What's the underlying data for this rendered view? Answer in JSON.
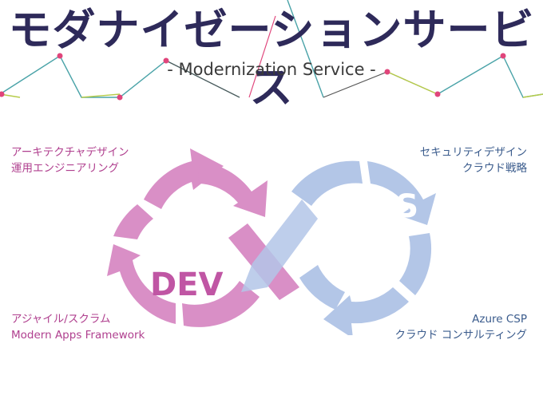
{
  "header": {
    "title": "モダナイゼーションサービス",
    "subtitle": "- Modernization Service -"
  },
  "labels": {
    "top_left": [
      "アーキテクチャデザイン",
      "運用エンジニアリング"
    ],
    "top_right": [
      "セキュリティデザイン",
      "クラウド戦略"
    ],
    "bottom_left": [
      "アジャイル/スクラム",
      "Modern Apps Framework"
    ],
    "bottom_right": [
      "Azure CSP",
      "クラウド コンサルティング"
    ]
  },
  "loop": {
    "dev_text": "DEV",
    "ops_text": "OPS"
  },
  "colors": {
    "title": "#2e2a5a",
    "dev": "#d98fc6",
    "ops": "#b3c6e7",
    "pink_text": "#b0408f",
    "blue_text": "#3a5b8c"
  }
}
